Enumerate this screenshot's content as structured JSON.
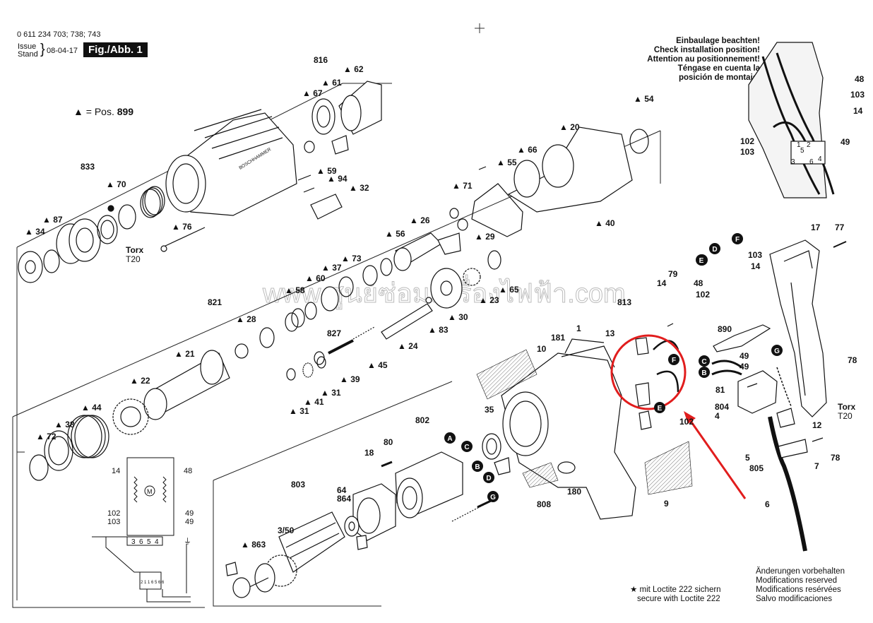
{
  "header": {
    "part_numbers": "0 611 234 703; 738; 743",
    "issue_label": "Issue",
    "stand_label": "Stand",
    "date": "08-04-17",
    "figure": "Fig./Abb. 1"
  },
  "legend": {
    "symbol": "▲",
    "text": "= Pos.",
    "value": "899"
  },
  "watermark": "www.ศูนย์ซ่อมเครื่องไฟฟ้า.com",
  "installation_note": [
    "Einbaulage beachten!",
    "Check installation position!",
    "Attention au positionnement!",
    "Téngase en cuenta la",
    "posición de montaje!"
  ],
  "loctite_note": [
    "★ mit Loctite 222 sichern",
    "secure with Loctite 222"
  ],
  "modifications_note": [
    "Änderungen vorbehalten",
    "Modifications reserved",
    "Modifications resérvées",
    "Salvo modificaciones"
  ],
  "torx_left": [
    "Torx",
    "T20"
  ],
  "torx_right": [
    "Torx",
    "T20"
  ],
  "brand": "BOSCHHAMMER",
  "part_labels": [
    {
      "text": "816",
      "tri": false
    },
    {
      "text": "62",
      "tri": true
    },
    {
      "text": "61",
      "tri": true
    },
    {
      "text": "67",
      "tri": true
    },
    {
      "text": "833",
      "tri": false
    },
    {
      "text": "70",
      "tri": true
    },
    {
      "text": "87",
      "tri": true
    },
    {
      "text": "34",
      "tri": true
    },
    {
      "text": "59",
      "tri": true
    },
    {
      "text": "94",
      "tri": true
    },
    {
      "text": "32",
      "tri": true
    },
    {
      "text": "76",
      "tri": true
    },
    {
      "text": "54",
      "tri": true
    },
    {
      "text": "20",
      "tri": true
    },
    {
      "text": "66",
      "tri": true
    },
    {
      "text": "55",
      "tri": true
    },
    {
      "text": "71",
      "tri": true
    },
    {
      "text": "40",
      "tri": true
    },
    {
      "text": "26",
      "tri": true
    },
    {
      "text": "29",
      "tri": true
    },
    {
      "text": "56",
      "tri": true
    },
    {
      "text": "73",
      "tri": true
    },
    {
      "text": "37",
      "tri": true
    },
    {
      "text": "60",
      "tri": true
    },
    {
      "text": "58",
      "tri": true
    },
    {
      "text": "65",
      "tri": true
    },
    {
      "text": "23",
      "tri": true
    },
    {
      "text": "30",
      "tri": true
    },
    {
      "text": "821",
      "tri": false
    },
    {
      "text": "28",
      "tri": true
    },
    {
      "text": "827",
      "tri": false
    },
    {
      "text": "83",
      "tri": true
    },
    {
      "text": "24",
      "tri": true
    },
    {
      "text": "21",
      "tri": true
    },
    {
      "text": "45",
      "tri": true
    },
    {
      "text": "39",
      "tri": true
    },
    {
      "text": "22",
      "tri": true
    },
    {
      "text": "31",
      "tri": true
    },
    {
      "text": "41",
      "tri": true
    },
    {
      "text": "31",
      "tri": true
    },
    {
      "text": "44",
      "tri": true
    },
    {
      "text": "38",
      "tri": true
    },
    {
      "text": "72",
      "tri": true
    },
    {
      "text": "1",
      "tri": false
    },
    {
      "text": "181",
      "tri": false
    },
    {
      "text": "10",
      "tri": false
    },
    {
      "text": "13",
      "tri": false
    },
    {
      "text": "813",
      "tri": false
    },
    {
      "text": "14",
      "tri": false
    },
    {
      "text": "79",
      "tri": false
    },
    {
      "text": "102",
      "tri": false
    },
    {
      "text": "35",
      "tri": false
    },
    {
      "text": "802",
      "tri": false
    },
    {
      "text": "80",
      "tri": false
    },
    {
      "text": "18",
      "tri": false
    },
    {
      "text": "803",
      "tri": false
    },
    {
      "text": "64",
      "tri": false
    },
    {
      "text": "864",
      "tri": false
    },
    {
      "text": "3/50",
      "tri": false
    },
    {
      "text": "863",
      "tri": true
    },
    {
      "text": "808",
      "tri": false
    },
    {
      "text": "180",
      "tri": false
    },
    {
      "text": "9",
      "tri": false
    },
    {
      "text": "48",
      "tri": false
    },
    {
      "text": "103",
      "tri": false
    },
    {
      "text": "14",
      "tri": false
    },
    {
      "text": "102",
      "tri": false
    },
    {
      "text": "103",
      "tri": false
    },
    {
      "text": "49",
      "tri": false
    },
    {
      "text": "17",
      "tri": false
    },
    {
      "text": "77",
      "tri": false
    },
    {
      "text": "48",
      "tri": false
    },
    {
      "text": "102",
      "tri": false
    },
    {
      "text": "103",
      "tri": false
    },
    {
      "text": "14",
      "tri": false
    },
    {
      "text": "890",
      "tri": false
    },
    {
      "text": "49",
      "tri": false
    },
    {
      "text": "49",
      "tri": false
    },
    {
      "text": "81",
      "tri": false
    },
    {
      "text": "804",
      "tri": false
    },
    {
      "text": "4",
      "tri": false
    },
    {
      "text": "12",
      "tri": false
    },
    {
      "text": "78",
      "tri": false
    },
    {
      "text": "78",
      "tri": false
    },
    {
      "text": "7",
      "tri": false
    },
    {
      "text": "5",
      "tri": false
    },
    {
      "text": "805",
      "tri": false
    },
    {
      "text": "6",
      "tri": false
    }
  ],
  "connector_letters": [
    {
      "text": "A"
    },
    {
      "text": "C"
    },
    {
      "text": "B"
    },
    {
      "text": "D"
    },
    {
      "text": "G"
    },
    {
      "text": "E"
    },
    {
      "text": "A"
    },
    {
      "text": "D"
    },
    {
      "text": "F"
    },
    {
      "text": "C"
    },
    {
      "text": "B"
    },
    {
      "text": "G"
    },
    {
      "text": "F"
    },
    {
      "text": "E"
    }
  ],
  "schematic": {
    "terminals": [
      "3",
      "6",
      "5",
      "4"
    ],
    "labels": [
      "14",
      "48",
      "102",
      "103",
      "49",
      "49"
    ],
    "motor": "M",
    "switch_terms": "2 1 1 6 5 6 6",
    "ground": "⏚"
  },
  "inset_terminals": [
    "3",
    "5",
    "6",
    "4",
    "1",
    "2"
  ],
  "callout_color": "#e11d1d"
}
